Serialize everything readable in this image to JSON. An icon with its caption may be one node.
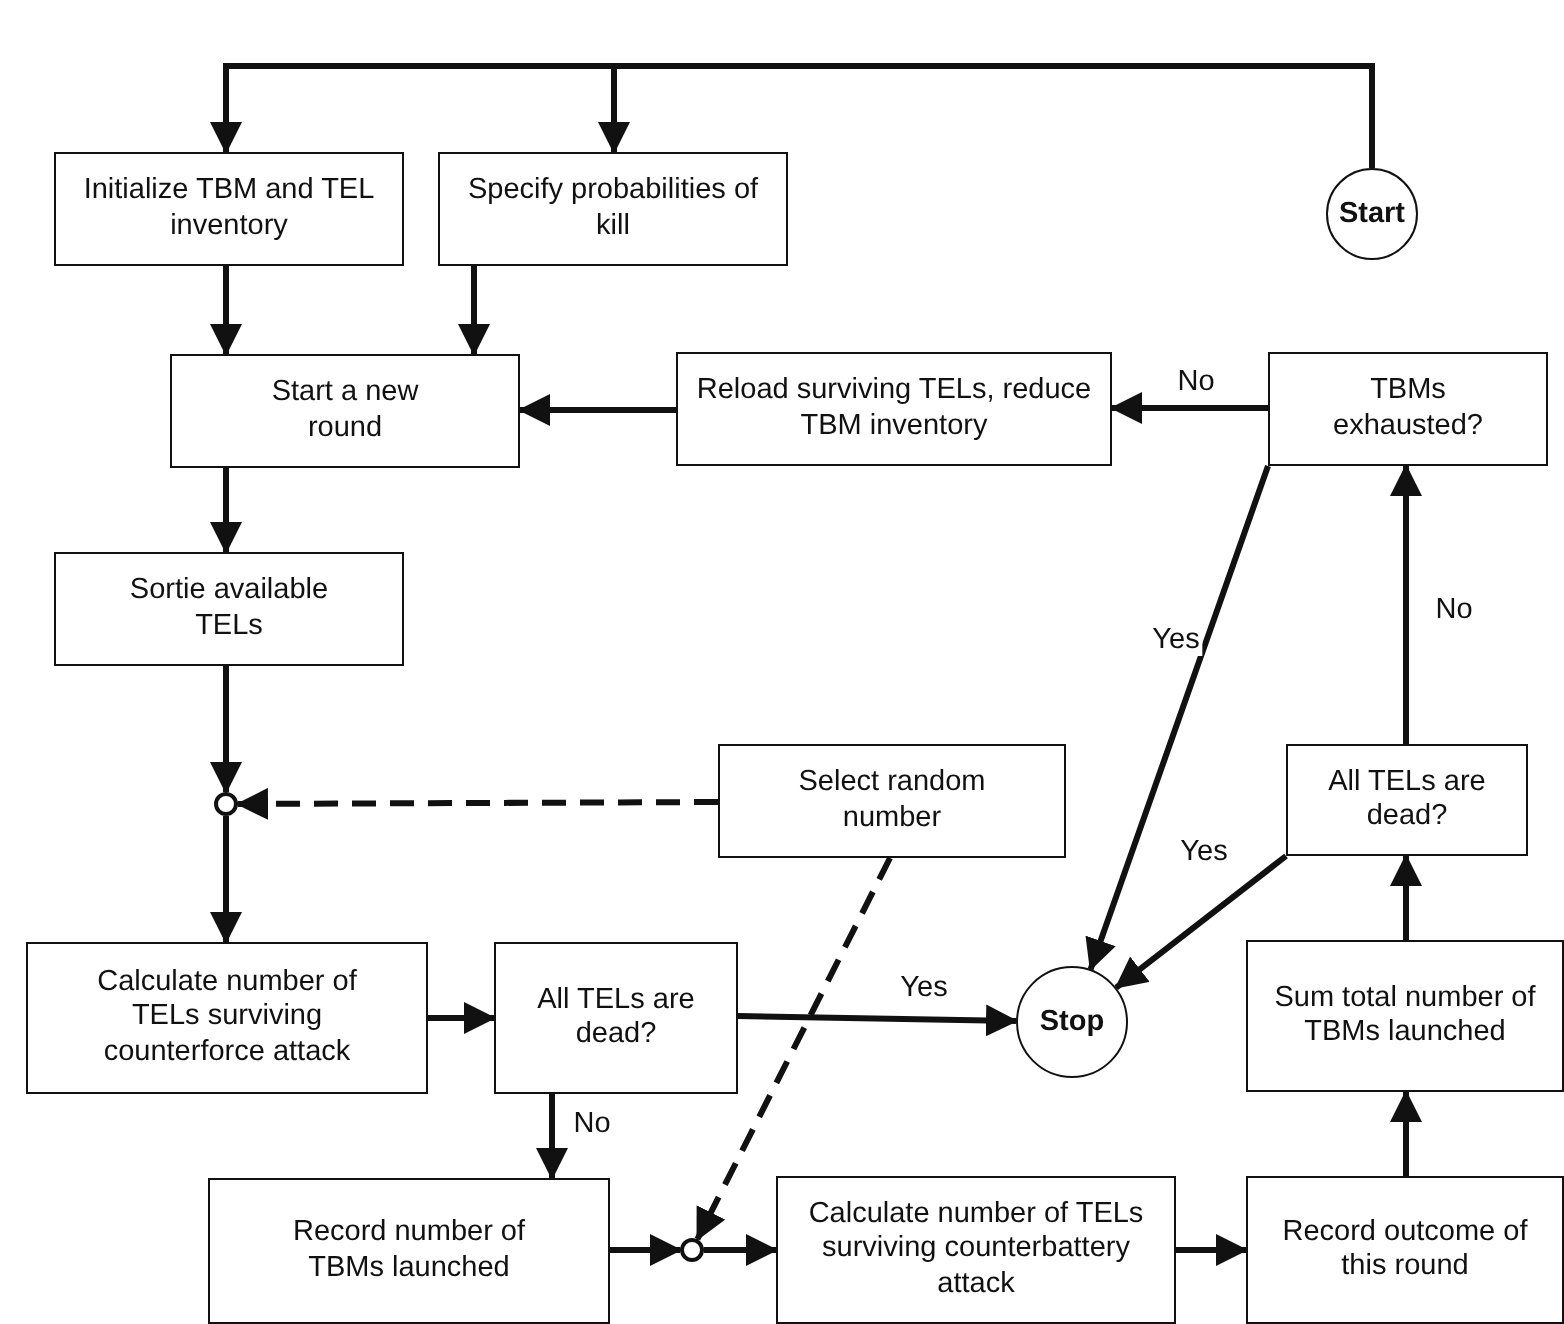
{
  "diagram": {
    "nodes": [
      {
        "text": [
          "Start"
        ]
      },
      {
        "text": [
          "Initialize TBM and TEL inventory"
        ]
      },
      {
        "text": [
          "Specify probabilities of kill"
        ]
      },
      {
        "text": [
          "Start a new round"
        ]
      },
      {
        "text": [
          "Reload surviving TELs, reduce TBM inventory"
        ]
      },
      {
        "text": [
          "TBMs exhausted?"
        ]
      },
      {
        "text": [
          "Sortie available TELs"
        ]
      },
      {
        "text": [],
        "shape": "circle"
      },
      {
        "text": [
          "Select random number"
        ]
      },
      {
        "text": [
          "All TELs are dead?"
        ]
      },
      {
        "text": [
          "Calculate number of TELs surviving counterforce attack"
        ]
      },
      {
        "text": [
          "All TELs are dead?"
        ]
      },
      {
        "text": [
          "Stop"
        ]
      },
      {
        "text": [
          "Sum total number of TBMs launched"
        ]
      },
      {
        "text": [
          "Record number of TBMs launched"
        ]
      },
      {
        "text": [],
        "shape": "circle"
      },
      {
        "text": [
          "Calculate number of TELs surviving counterbattery attack"
        ]
      },
      {
        "text": [
          "Record outcome of this round"
        ]
      }
    ],
    "edges": [
      {
        "from": 0,
        "to": 1,
        "arrow": "to"
      },
      {
        "from": 0,
        "to": 2,
        "arrow": "to"
      },
      {
        "from": 1,
        "to": 3,
        "arrow": "to"
      },
      {
        "from": 2,
        "to": 3,
        "arrow": "to"
      },
      {
        "from": 5,
        "to": 4,
        "arrow": "to",
        "label": "No"
      },
      {
        "from": 4,
        "to": 3,
        "arrow": "to"
      },
      {
        "from": 3,
        "to": 6,
        "arrow": "to"
      },
      {
        "from": 6,
        "to": 7,
        "arrow": "to"
      },
      {
        "from": 8,
        "to": 7,
        "arrow": "to",
        "style": "dashed"
      },
      {
        "from": 7,
        "to": 10,
        "arrow": "to"
      },
      {
        "from": 10,
        "to": 11,
        "arrow": "to"
      },
      {
        "from": 11,
        "to": 12,
        "arrow": "to",
        "label": "Yes"
      },
      {
        "from": 11,
        "to": 14,
        "arrow": "to",
        "label": "No"
      },
      {
        "from": 14,
        "to": 15,
        "arrow": "to"
      },
      {
        "from": 8,
        "to": 15,
        "arrow": "to",
        "style": "dashed"
      },
      {
        "from": 15,
        "to": 16,
        "arrow": "to"
      },
      {
        "from": 16,
        "to": 17,
        "arrow": "to"
      },
      {
        "from": 17,
        "to": 13,
        "arrow": "to"
      },
      {
        "from": 13,
        "to": 9,
        "arrow": "to"
      },
      {
        "from": 9,
        "to": 5,
        "arrow": "to",
        "label": "No"
      },
      {
        "from": 9,
        "to": 12,
        "arrow": "to",
        "label": "Yes"
      },
      {
        "from": 5,
        "to": 12,
        "arrow": "to",
        "label": "Yes"
      }
    ]
  }
}
